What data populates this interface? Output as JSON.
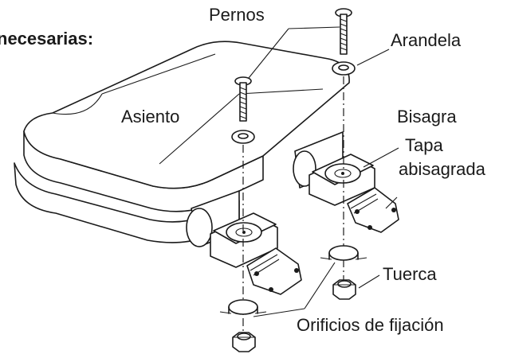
{
  "labels": {
    "heading": "necesarias:",
    "pernos": "Pernos",
    "arandela": "Arandela",
    "asiento": "Asiento",
    "bisagra": "Bisagra",
    "tapa_1": "Tapa",
    "tapa_2": "abisagrada",
    "tuerca": "Tuerca",
    "orificios": "Orificios de fijación"
  }
}
